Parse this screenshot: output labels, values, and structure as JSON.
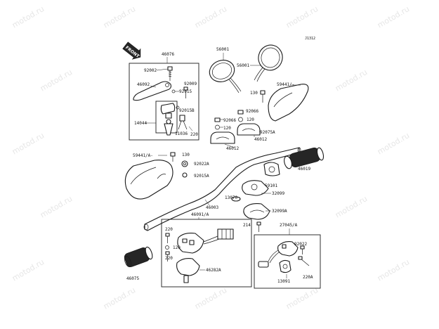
{
  "figure_code": "J1312",
  "front_marker": "FRONT",
  "watermark": "motod.ru",
  "labels": {
    "p46076": "46076",
    "p92002": "92002",
    "p46092": "46092",
    "p92015": "92015",
    "p92009": "92009",
    "p92015b": "92015B",
    "p14044": "14044",
    "p11036": "11036",
    "p220a": "220",
    "p56001a": "56001",
    "p56001b": "56001",
    "p59441": "59441/-",
    "p130a": "130",
    "p92066a": "92066",
    "p120a": "120",
    "p92066b": "92066",
    "p120b": "120",
    "p92075a": "92075A",
    "p46012a": "46012",
    "p46012b": "46012",
    "p59441a": "59441/A-",
    "p130b": "130",
    "p92022a": "92022A",
    "p92015a": "92015A",
    "p46019": "46019",
    "p59101": "59101",
    "p32099": "32099",
    "p13070": "13070",
    "p46003": "46003",
    "p32099a": "32099A",
    "p46091": "46091/A",
    "p214": "214",
    "p27045": "27045/A",
    "p220b": "220",
    "p120c": "120",
    "p92022": "92022",
    "p46075": "46075",
    "p220c": "220",
    "p46282": "46282A",
    "p220d": "220A",
    "p13091": "13091"
  }
}
